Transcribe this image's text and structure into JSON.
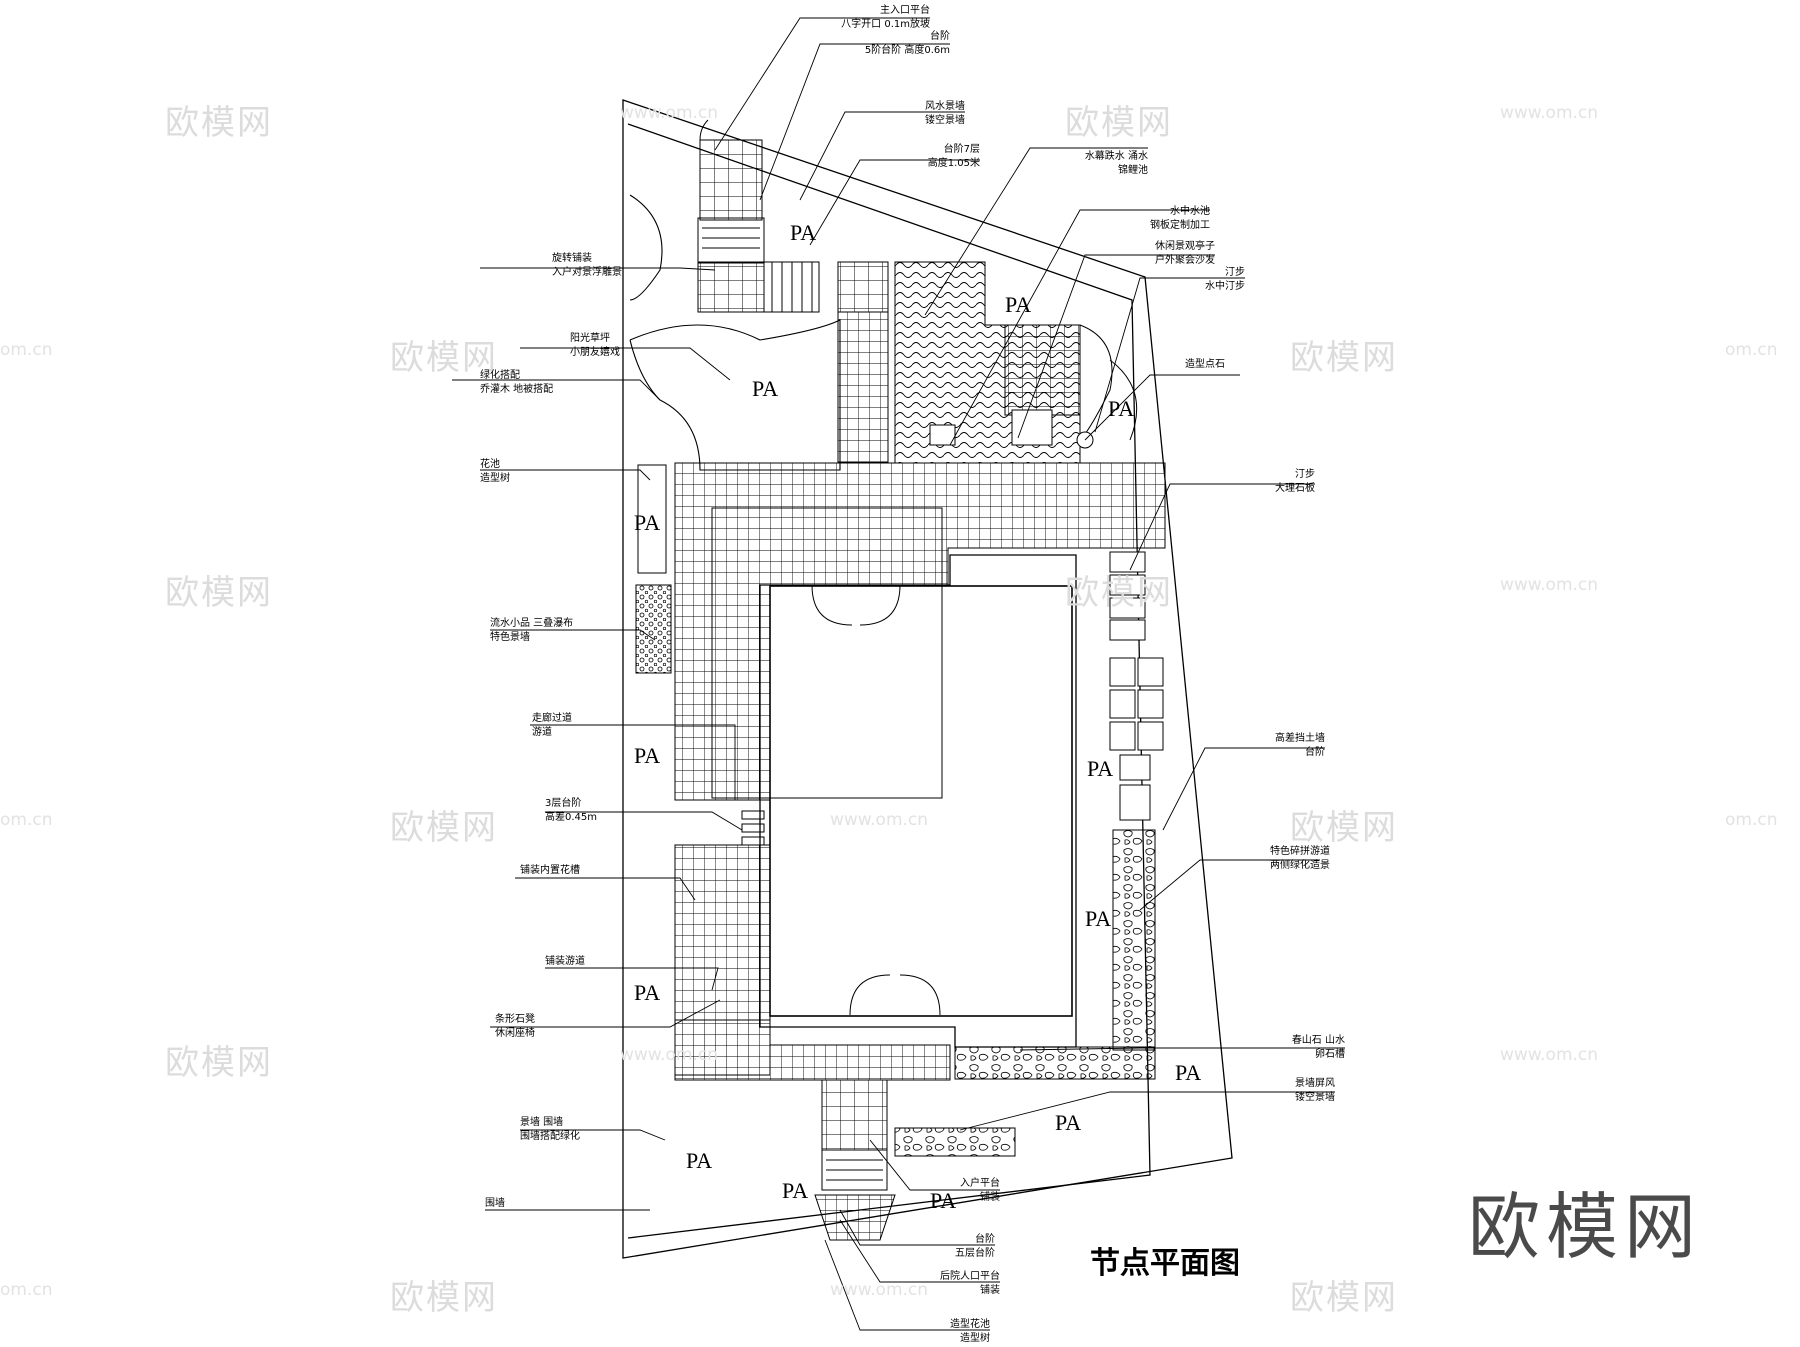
{
  "title": "节点平面图",
  "logo": "欧模网",
  "watermark": {
    "text": "欧模网",
    "url": "www.om.cn",
    "url_fragment": "om.cn"
  },
  "area_code": "PA",
  "callouts": [
    {
      "id": "main-entrance",
      "l1": "主入口平台",
      "l2": "八字开口 0.1m放坡"
    },
    {
      "id": "steps-5",
      "l1": "台阶",
      "l2": "5阶台阶 高度0.6m"
    },
    {
      "id": "fengshui-wall",
      "l1": "风水景墙",
      "l2": "镂空景墙"
    },
    {
      "id": "steps-7",
      "l1": "台阶7层",
      "l2": "高度1.05米"
    },
    {
      "id": "water-curtain",
      "l1": "水幕跌水 涌水",
      "l2": "锦鲤池"
    },
    {
      "id": "water-pool",
      "l1": "水中水池",
      "l2": "钢板定制加工"
    },
    {
      "id": "pavilion",
      "l1": "休闲景观亭子",
      "l2": "户外聚会沙发"
    },
    {
      "id": "stepping-water",
      "l1": "汀步",
      "l2": "水中汀步"
    },
    {
      "id": "rotary-paving",
      "l1": "旋转铺装",
      "l2": "入户对景浮雕景"
    },
    {
      "id": "sun-lawn",
      "l1": "阳光草坪",
      "l2": "小朋友嬉戏"
    },
    {
      "id": "green-match",
      "l1": "绿化搭配",
      "l2": "乔灌木 地被搭配"
    },
    {
      "id": "feature-stone",
      "l1": "造型点石",
      "l2": ""
    },
    {
      "id": "flowerbed",
      "l1": "花池",
      "l2": "造型树"
    },
    {
      "id": "stepping-marble",
      "l1": "汀步",
      "l2": "大理石板"
    },
    {
      "id": "waterfall",
      "l1": "流水小品 三叠瀑布",
      "l2": "特色景墙"
    },
    {
      "id": "corridor",
      "l1": "走廊过道",
      "l2": "游道"
    },
    {
      "id": "retaining-wall",
      "l1": "高差挡土墙",
      "l2": "台阶"
    },
    {
      "id": "steps-3",
      "l1": "3层台阶",
      "l2": "高差0.45m"
    },
    {
      "id": "paving-drain",
      "l1": "铺装内置花槽",
      "l2": ""
    },
    {
      "id": "pebble-path",
      "l1": "特色碎拼游道",
      "l2": "两侧绿化造景"
    },
    {
      "id": "paved-path",
      "l1": "铺装游道",
      "l2": ""
    },
    {
      "id": "stone-bench",
      "l1": "条形石凳",
      "l2": "休闲座椅"
    },
    {
      "id": "rockery",
      "l1": "春山石 山水",
      "l2": "卵石槽"
    },
    {
      "id": "screen-wall",
      "l1": "景墙屏风",
      "l2": "镂空景墙"
    },
    {
      "id": "garden-wall",
      "l1": "景墙 围墙",
      "l2": "围墙搭配绿化"
    },
    {
      "id": "entry-platform",
      "l1": "入户平台",
      "l2": "铺装"
    },
    {
      "id": "enclosure",
      "l1": "围墙",
      "l2": ""
    },
    {
      "id": "steps-5b",
      "l1": "台阶",
      "l2": "五层台阶"
    },
    {
      "id": "backyard-entry",
      "l1": "后院人口平台",
      "l2": "铺装"
    },
    {
      "id": "shaped-planter",
      "l1": "造型花池",
      "l2": "造型树"
    }
  ]
}
